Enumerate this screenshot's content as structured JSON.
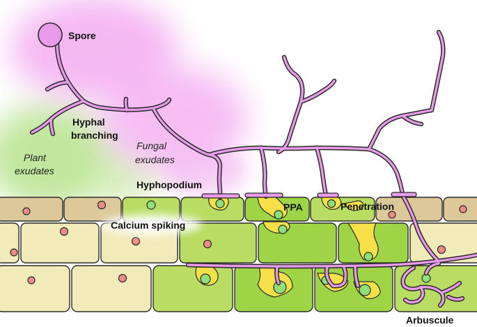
{
  "colors": {
    "hypha": "#e79be9",
    "hypha_outline": "#2a2a2a",
    "glow_pink": "#f3a8f0",
    "glow_green": "#b6e38c",
    "cell_pale": "#f1eab9",
    "cell_tan": "#dcc99a",
    "cell_green": "#b9dc62",
    "cell_green_bright": "#9fd447",
    "nucleus_red": "#f08c86",
    "nucleus_green": "#8ee07a",
    "ppa_yellow": "#f5e04a"
  },
  "labels": {
    "spore": "Spore",
    "hyphal_branching": [
      "Hyphal",
      "branching"
    ],
    "plant_exudates": [
      "Plant",
      "exudates"
    ],
    "fungal_exudates": [
      "Fungal",
      "exudates"
    ],
    "hyphopodium": "Hyphopodium",
    "calcium_spiking": "Calcium spiking",
    "ppa": "PPA",
    "penetration": "Penetration",
    "arbuscule": "Arbuscule"
  }
}
